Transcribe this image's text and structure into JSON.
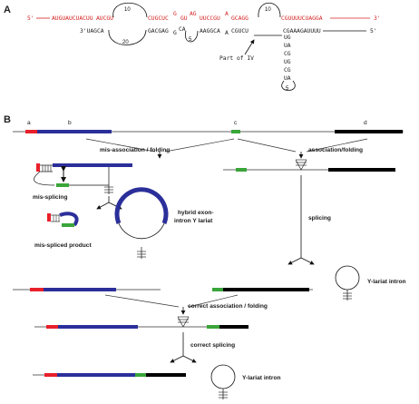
{
  "panel_a": {
    "label": "A",
    "end_5_top": "5'",
    "end_3_top": "3'",
    "end_3_bottom": "3'UAGCA",
    "end_5_bottom": "5'",
    "top_seq": {
      "s1": "AUGUAUCUACUU",
      "s2": "AUCGU",
      "s3": "CUGCUC",
      "s4": "G",
      "s5": "GU",
      "s6": "AG",
      "s7": "UUCCGU",
      "s8": "A",
      "s9": "GCAGG",
      "s10": "CGUUUUCUAGGA"
    },
    "bottom_seq": {
      "b1": "GACGAG",
      "b2": "G",
      "b3": "CA",
      "b4": "AAGGCA",
      "b5": "A",
      "b6": "CGUCU",
      "b7": "CGAAAGAUUUU"
    },
    "hairpin": [
      "UG",
      "UA",
      "CG",
      "UG",
      "CG",
      "UA"
    ],
    "loops": {
      "l1": "10",
      "l2": "20",
      "l3": "5",
      "l4": "10",
      "l5": "5"
    },
    "annotation": "Part of IV"
  },
  "panel_b": {
    "label": "B",
    "seg_a": "a",
    "seg_b": "b",
    "seg_c": "c",
    "seg_d": "d",
    "mis_assoc": "mis-association / folding",
    "assoc": "association/folding",
    "mis_splicing": "mis-splicing",
    "hybrid_1": "hybrid exon-",
    "hybrid_2": "intron Y lariat",
    "mis_product": "mis-spliced product",
    "splicing": "splicing",
    "y_lariat_1": "Y-lariat intron",
    "correct_assoc": "correct association / folding",
    "correct_splicing": "correct splicing",
    "y_lariat_2": "Y-lariat intron"
  },
  "colors": {
    "exon_a": "#e8202a",
    "exon_b": "#2b2f9a",
    "intron_c": "#3aa63a",
    "exon_d": "#000000",
    "sequence_red": "#d42020"
  }
}
